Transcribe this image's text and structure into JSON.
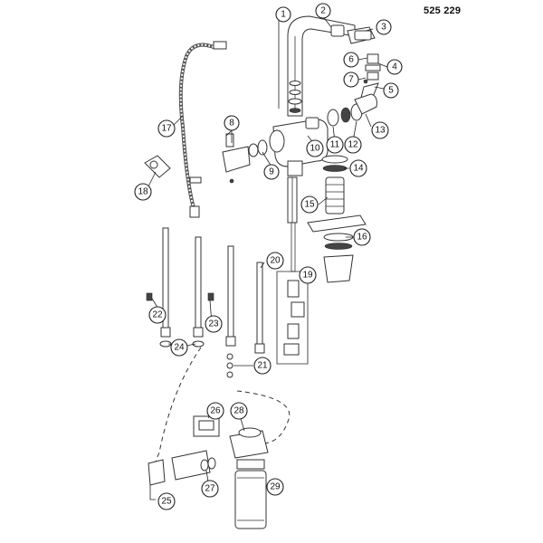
{
  "part_code": "525 229",
  "callouts": [
    {
      "id": "c1",
      "label": "1"
    },
    {
      "id": "c2",
      "label": "2"
    },
    {
      "id": "c3",
      "label": "3"
    },
    {
      "id": "c4",
      "label": "4"
    },
    {
      "id": "c5",
      "label": "5"
    },
    {
      "id": "c6",
      "label": "6"
    },
    {
      "id": "c7",
      "label": "7"
    },
    {
      "id": "c8",
      "label": "8"
    },
    {
      "id": "c9",
      "label": "9"
    },
    {
      "id": "c10",
      "label": "10"
    },
    {
      "id": "c11",
      "label": "11"
    },
    {
      "id": "c12",
      "label": "12"
    },
    {
      "id": "c13",
      "label": "13"
    },
    {
      "id": "c14",
      "label": "14"
    },
    {
      "id": "c15",
      "label": "15"
    },
    {
      "id": "c16",
      "label": "16"
    },
    {
      "id": "c17",
      "label": "17"
    },
    {
      "id": "c18",
      "label": "18"
    },
    {
      "id": "c19",
      "label": "19"
    },
    {
      "id": "c20",
      "label": "20"
    },
    {
      "id": "c21",
      "label": "21"
    },
    {
      "id": "c22",
      "label": "22"
    },
    {
      "id": "c23",
      "label": "23"
    },
    {
      "id": "c24",
      "label": "24"
    },
    {
      "id": "c25",
      "label": "25"
    },
    {
      "id": "c26",
      "label": "26"
    },
    {
      "id": "c27",
      "label": "27"
    },
    {
      "id": "c28",
      "label": "28"
    },
    {
      "id": "c29",
      "label": "29"
    }
  ]
}
